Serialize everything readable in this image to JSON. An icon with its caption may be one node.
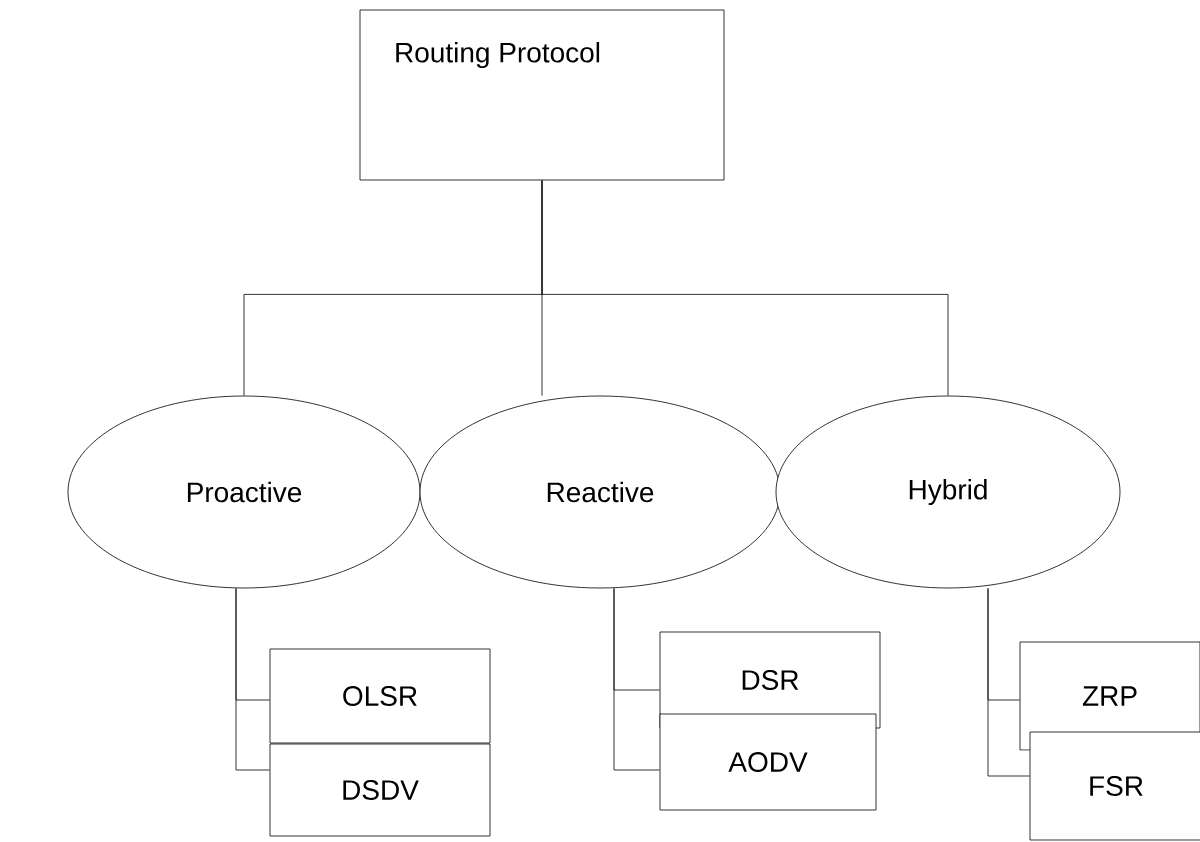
{
  "diagram": {
    "nodes": [
      {
        "text": [
          "Routing Protocol"
        ]
      },
      {
        "text": [
          "Proactive"
        ]
      },
      {
        "text": [
          "Reactive"
        ]
      },
      {
        "text": [
          "Hybrid"
        ]
      },
      {
        "text": [
          "OLSR"
        ]
      },
      {
        "text": [
          "DSDV"
        ]
      },
      {
        "text": [
          "DSR"
        ]
      },
      {
        "text": [
          "AODV"
        ]
      },
      {
        "text": [
          "ZRP"
        ]
      },
      {
        "text": [
          "FSR"
        ]
      }
    ],
    "edges": [
      {
        "from": 0,
        "to": 1,
        "arrow": "none"
      },
      {
        "from": 0,
        "to": 2,
        "arrow": "none"
      },
      {
        "from": 0,
        "to": 3,
        "arrow": "none"
      },
      {
        "from": 1,
        "to": 4,
        "arrow": "none"
      },
      {
        "from": 1,
        "to": 5,
        "arrow": "none"
      },
      {
        "from": 2,
        "to": 6,
        "arrow": "none"
      },
      {
        "from": 2,
        "to": 7,
        "arrow": "none"
      },
      {
        "from": 3,
        "to": 8,
        "arrow": "none"
      },
      {
        "from": 3,
        "to": 9,
        "arrow": "none"
      }
    ]
  }
}
